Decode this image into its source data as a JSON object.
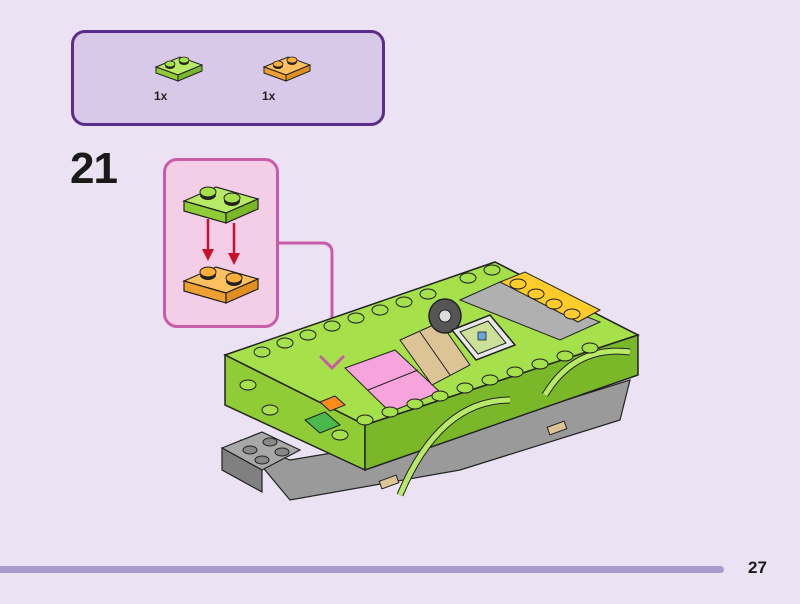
{
  "parts_list": {
    "items": [
      {
        "name": "plate-1x2",
        "color": "#a6e04a",
        "quantity": "1x"
      },
      {
        "name": "plate-1x2",
        "color": "#ffae3b",
        "quantity": "1x"
      }
    ]
  },
  "step": {
    "number": "21"
  },
  "callout": {
    "top_brick_color": "#a6e04a",
    "bottom_brick_color": "#ffae3b",
    "arrow_color": "#c8102e",
    "connector_color": "#c95ca8"
  },
  "colors": {
    "background": "#ebe3f3",
    "parts_box_fill": "#d9c9e8",
    "parts_box_border": "#5a2d8a",
    "lime": "#a6e04a",
    "pink": "#f7a3dc",
    "tan": "#dcc496",
    "gray": "#a0a0a0",
    "yellow": "#ffcc2a"
  },
  "footer": {
    "page_number": "27"
  }
}
